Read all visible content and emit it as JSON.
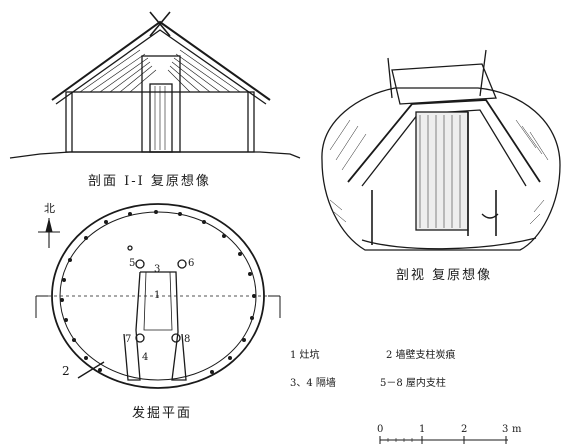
{
  "captions": {
    "section": "剖面 Ⅰ-Ⅰ 复原想像",
    "cutaway": "剖视 复原想像",
    "plan": "发掘平面"
  },
  "north": "北",
  "plan_labels": [
    "1",
    "2",
    "3",
    "4",
    "5",
    "6",
    "7",
    "8"
  ],
  "legend": {
    "item1": "1 灶坑",
    "item2": "2 墙壁支柱炭痕",
    "item3": "3、4 隔墙",
    "item4": "5－8 屋内支柱"
  },
  "scale": {
    "ticks": [
      "0",
      "1",
      "2",
      "3"
    ],
    "unit": "m"
  }
}
